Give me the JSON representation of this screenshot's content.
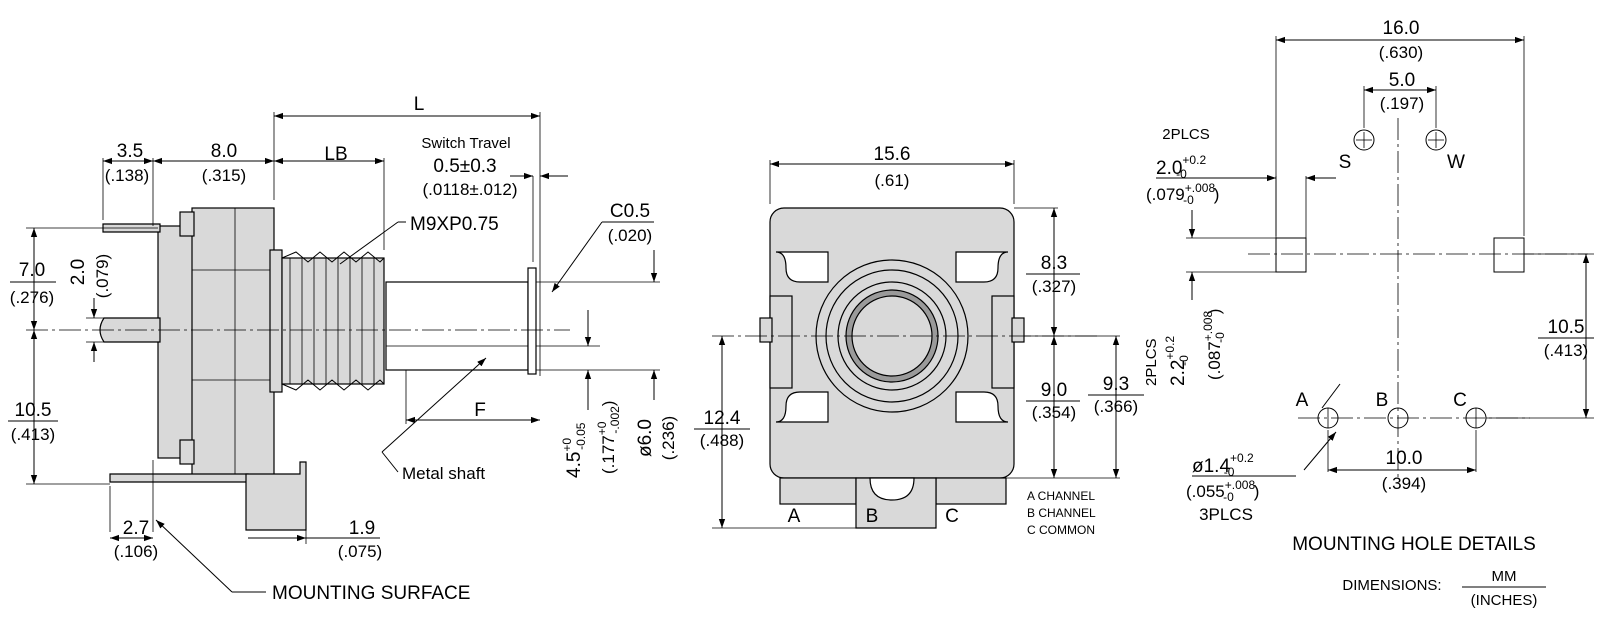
{
  "side_view": {
    "dim_3_5": "3.5",
    "dim_3_5_in": "(.138)",
    "dim_8_0": "8.0",
    "dim_8_0_in": "(.315)",
    "dim_L": "L",
    "dim_LB": "LB",
    "switch_travel_label": "Switch Travel",
    "switch_travel": "0.5±0.3",
    "switch_travel_in": "(.0118±.012)",
    "thread": "M9XP0.75",
    "chamfer": "C0.5",
    "chamfer_in": "(.020)",
    "dim_7_0": "7.0",
    "dim_7_0_in": "(.276)",
    "dim_2_0": "2.0",
    "dim_2_0_in": "(.079)",
    "dim_10_5": "10.5",
    "dim_10_5_in": "(.413)",
    "dim_F": "F",
    "metal_shaft": "Metal shaft",
    "dim_4_5": "4.5",
    "dim_4_5_tol_hi": "+0",
    "dim_4_5_tol_lo": "-0.05",
    "dim_177": "(.177",
    "dim_177_tol_hi": "+0",
    "dim_177_tol_lo": "-.002",
    "dim_177_close": ")",
    "dim_6_0": "ø6.0",
    "dim_6_0_in": "(.236)",
    "dim_2_7": "2.7",
    "dim_2_7_in": "(.106)",
    "dim_1_9": "1.9",
    "dim_1_9_in": "(.075)",
    "mounting_surface": "MOUNTING SURFACE"
  },
  "front_view": {
    "dim_15_6": "15.6",
    "dim_15_6_in": "(.61)",
    "dim_8_3": "8.3",
    "dim_8_3_in": "(.327)",
    "dim_9_0": "9.0",
    "dim_9_0_in": "(.354)",
    "dim_9_3": "9.3",
    "dim_9_3_in": "(.366)",
    "dim_12_4": "12.4",
    "dim_12_4_in": "(.488)",
    "pin_a": "A",
    "pin_b": "B",
    "pin_c": "C",
    "legend": [
      "A CHANNEL",
      "B CHANNEL",
      "C COMMON"
    ]
  },
  "mounting_holes": {
    "dim_16_0": "16.0",
    "dim_16_0_in": "(.630)",
    "dim_5_0": "5.0",
    "dim_5_0_in": "(.197)",
    "plcs_2": "2PLCS",
    "dim_2_0": "2.0",
    "dim_2_0_tol_hi": "+0.2",
    "dim_2_0_tol_lo": "-0",
    "dim_079": "(.079",
    "dim_079_tol_hi": "+.008",
    "dim_079_tol_lo": "-0",
    "dim_079_close": ")",
    "label_s": "S",
    "label_w": "W",
    "dim_2_2_plcs": "2PLCS",
    "dim_2_2": "2.2",
    "dim_2_2_tol_hi": "+0.2",
    "dim_2_2_tol_lo": "-0",
    "dim_087": "(.087",
    "dim_087_tol_hi": "+.008",
    "dim_087_tol_lo": "-0",
    "dim_087_close": ")",
    "dim_10_5": "10.5",
    "dim_10_5_in": "(.413)",
    "pin_a": "A",
    "pin_b": "B",
    "pin_c": "C",
    "dim_1_4": "ø1.4",
    "dim_1_4_tol_hi": "+0.2",
    "dim_1_4_tol_lo": "-0",
    "dim_055": "(.055",
    "dim_055_tol_hi": "+.008",
    "dim_055_tol_lo": "-0",
    "dim_055_close": ")",
    "plcs_3": "3PLCS",
    "dim_10_0": "10.0",
    "dim_10_0_in": "(.394)",
    "title": "MOUNTING HOLE DETAILS",
    "dimensions_label": "DIMENSIONS:",
    "unit_mm": "MM",
    "unit_in": "(INCHES)"
  }
}
